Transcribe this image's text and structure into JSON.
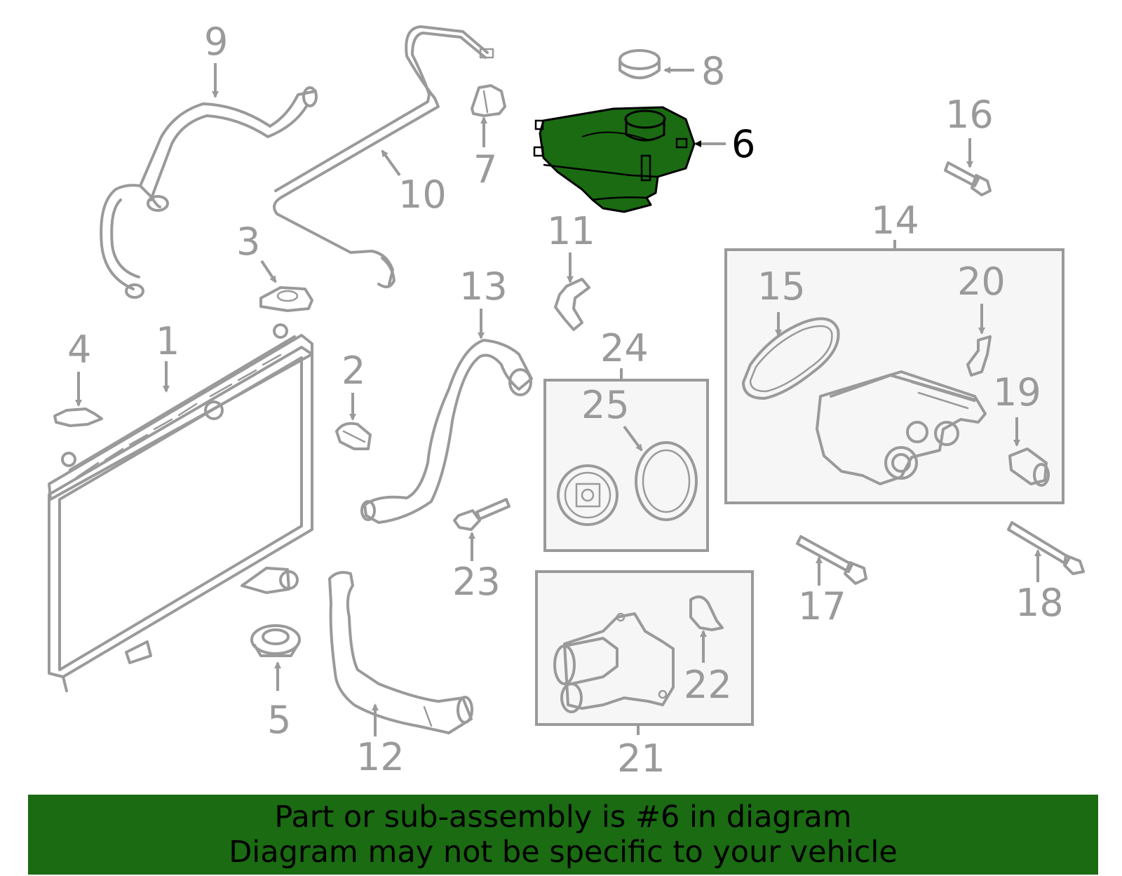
{
  "diagram": {
    "highlight_color": "#1a6b12",
    "line_color": "#9a9a9a",
    "callouts": {
      "c1": "1",
      "c2": "2",
      "c3": "3",
      "c4": "4",
      "c5": "5",
      "c6": "6",
      "c7": "7",
      "c8": "8",
      "c9": "9",
      "c10": "10",
      "c11": "11",
      "c12": "12",
      "c13": "13",
      "c14": "14",
      "c15": "15",
      "c16": "16",
      "c17": "17",
      "c18": "18",
      "c19": "19",
      "c20": "20",
      "c21": "21",
      "c22": "22",
      "c23": "23",
      "c24": "24",
      "c25": "25"
    },
    "highlighted_part": "6"
  },
  "banner": {
    "line1": "Part or sub-assembly is #6 in diagram",
    "line2": "Diagram may not be specific to your vehicle",
    "background": "#1a6b12"
  }
}
